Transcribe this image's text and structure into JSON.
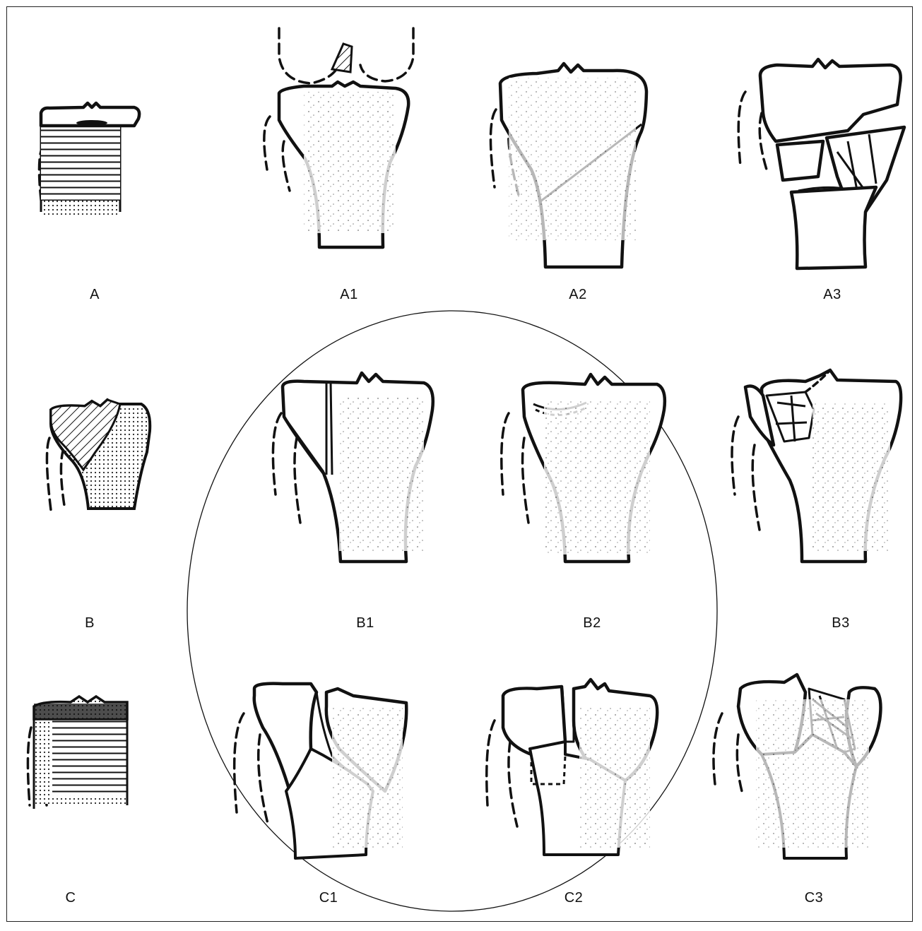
{
  "labels": {
    "a": "A",
    "a1": "A1",
    "a2": "A2",
    "a3": "A3",
    "b": "B",
    "b1": "B1",
    "b2": "B2",
    "b3": "B3",
    "c": "C",
    "c1": "C1",
    "c2": "C2",
    "c3": "C3"
  }
}
